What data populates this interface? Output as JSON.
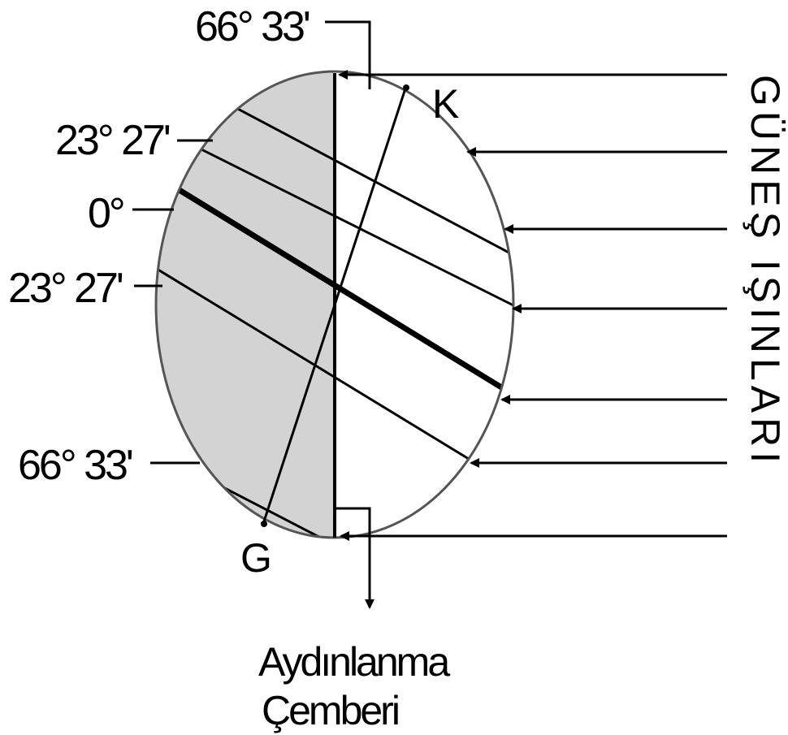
{
  "labels": {
    "lat_top_polar": "66° 33'",
    "lat_tropic_north": "23° 27'",
    "lat_equator": "0°",
    "lat_tropic_south": "23° 27'",
    "lat_bottom_polar": "66° 33'",
    "pole_north": "K",
    "pole_south": "G",
    "terminator_line1": "Aydınlanma",
    "terminator_line2": "Çemberi",
    "sun_rays": "GÜNEŞ IŞINLARI"
  },
  "colors": {
    "night_side": "#d3d3d3",
    "day_side": "#ffffff",
    "lines": "#000000"
  }
}
